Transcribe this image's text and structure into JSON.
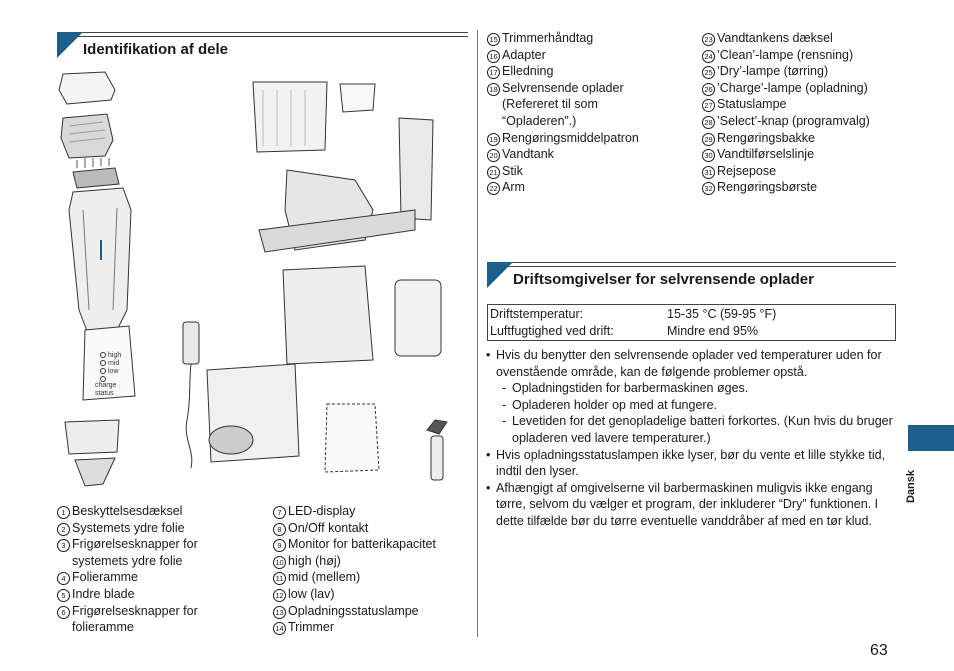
{
  "section1": {
    "title": "Identifikation af dele"
  },
  "parts_col1": [
    {
      "num": "1",
      "text": "Beskyttelsesdæksel"
    },
    {
      "num": "2",
      "text": "Systemets ydre folie"
    },
    {
      "num": "3",
      "text": "Frigørelsesknapper for\nsystemets ydre folie"
    },
    {
      "num": "4",
      "text": "Folieramme"
    },
    {
      "num": "5",
      "text": "Indre blade"
    },
    {
      "num": "6",
      "text": "Frigørelsesknapper for\nfolieramme"
    }
  ],
  "parts_col2": [
    {
      "num": "7",
      "text": "LED-display"
    },
    {
      "num": "8",
      "text": "On/Off kontakt"
    },
    {
      "num": "9",
      "text": "Monitor for batterikapacitet"
    },
    {
      "num": "10",
      "text": "high (høj)"
    },
    {
      "num": "11",
      "text": "mid (mellem)"
    },
    {
      "num": "12",
      "text": "low (lav)"
    },
    {
      "num": "13",
      "text": "Opladningsstatuslampe"
    },
    {
      "num": "14",
      "text": "Trimmer"
    }
  ],
  "parts_col3": [
    {
      "num": "15",
      "text": "Trimmerhåndtag"
    },
    {
      "num": "16",
      "text": "Adapter"
    },
    {
      "num": "17",
      "text": "Elledning"
    },
    {
      "num": "18",
      "text": "Selvrensende oplader\n(Refereret til som\n“Opladeren”.)"
    },
    {
      "num": "19",
      "text": "Rengøringsmiddelpatron"
    },
    {
      "num": "20",
      "text": "Vandtank"
    },
    {
      "num": "21",
      "text": "Stik"
    },
    {
      "num": "22",
      "text": "Arm"
    }
  ],
  "parts_col4": [
    {
      "num": "23",
      "text": "Vandtankens dæksel"
    },
    {
      "num": "24",
      "text": "’Clean’-lampe (rensning)"
    },
    {
      "num": "25",
      "text": "’Dry’-lampe (tørring)"
    },
    {
      "num": "26",
      "text": "’Charge’-lampe (opladning)"
    },
    {
      "num": "27",
      "text": "Statuslampe"
    },
    {
      "num": "28",
      "text": "’Select’-knap (programvalg)"
    },
    {
      "num": "29",
      "text": "Rengøringsbakke"
    },
    {
      "num": "30",
      "text": "Vandtilførselslinje"
    },
    {
      "num": "31",
      "text": "Rejsepose"
    },
    {
      "num": "32",
      "text": "Rengøringsbørste"
    }
  ],
  "section2": {
    "title": "Driftsomgivelser for selvrensende oplader"
  },
  "env_table": [
    {
      "label": "Driftstemperatur:",
      "value": "15-35 °C (59-95 °F)"
    },
    {
      "label": "Luftfugtighed ved drift:",
      "value": "Mindre end 95%"
    }
  ],
  "notes": {
    "bullet1": "Hvis du benytter den selvrensende oplader ved temperaturer uden for ovenstående område, kan de følgende problemer opstå.",
    "sub": [
      "Opladningstiden for barbermaskinen øges.",
      "Opladeren holder op med at fungere.",
      "Levetiden for det genopladelige batteri forkortes. (Kun hvis du bruger opladeren ved lavere temperaturer.)"
    ],
    "bullet2": "Hvis opladningsstatuslampen ikke lyser, bør du vente et lille stykke tid, indtil den lyser.",
    "bullet3": "Afhængigt af omgivelserne vil barbermaskinen muligvis ikke engang tørre, selvom du vælger et program, der inkluderer “Dry” funktionen. I dette tilfælde bør du tørre eventuelle vanddråber af med en tør klud.",
    "bullet_char": "•",
    "sub_char": "-"
  },
  "side": {
    "language": "Dansk"
  },
  "page": {
    "number": "63"
  },
  "illus_labels": {
    "high": "high",
    "mid": "mid",
    "low": "low",
    "charge": "charge",
    "status": "status"
  },
  "colors": {
    "accent": "#1d5f8c"
  }
}
